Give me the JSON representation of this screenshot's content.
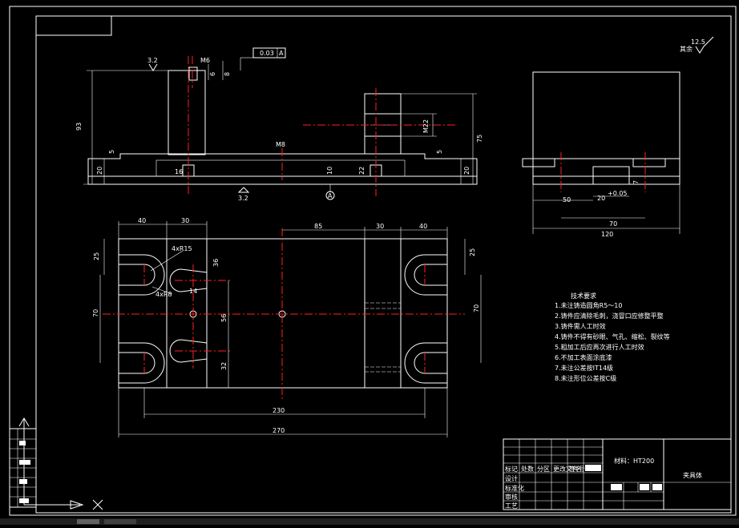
{
  "colors": {
    "background": "#000000",
    "line": "#ffffff",
    "centerline": "#ff2020",
    "hatch": "#ffffff"
  },
  "front_view": {
    "dims": {
      "d93": "93",
      "d20l": "20",
      "d5l": "5",
      "d75": "75",
      "d5r": "5",
      "d20r": "20",
      "d6": "6",
      "d8": "8",
      "m22": "M22",
      "m8": "M8",
      "m6": "M6",
      "d10": "10",
      "d22": "22",
      "d16": "16"
    },
    "roughness_top": "3.2",
    "roughness_bottom": "3.2",
    "flatness_value": "0.03",
    "flatness_datum": "A",
    "datum_label": "A"
  },
  "side_view": {
    "dims": {
      "d120": "120",
      "d70": "70",
      "d50": "50",
      "d20": "20",
      "tol": "+0.05",
      "d7": "7"
    },
    "roughness_note": "12.5",
    "roughness_suffix": "其余"
  },
  "top_view": {
    "dims": {
      "d40a": "40",
      "d30a": "30",
      "d85": "85",
      "d30b": "30",
      "d40b": "40",
      "d25l": "25",
      "d25r": "25",
      "d70l": "70",
      "d70r": "70",
      "d56": "56",
      "d32": "32",
      "d14": "14",
      "d36": "36",
      "d230": "230",
      "d270": "270"
    },
    "hole_note_1": "4xR15",
    "hole_note_2": "4xR8"
  },
  "tech_requirements": {
    "title": "技术要求",
    "items": [
      "1.未注铸造圆角R5～10",
      "2.铸件应清除毛刺，浇冒口应修整平整",
      "3.铸件需人工时效",
      "4.铸件不得有砂眼、气孔、缩松、裂纹等",
      "5.粗加工后应再次进行人工时效",
      "6.不加工表面涂底漆",
      "7.未注公差按IT14级",
      "8.未注形位公差按C级"
    ]
  },
  "title_block": {
    "material": "材料：HT200",
    "part_name": "夹具体",
    "row_labels": [
      "设计",
      "标准化",
      "审核",
      "工艺"
    ],
    "header_cells": [
      "标记",
      "处数",
      "分区",
      "更改文件号",
      "签名"
    ]
  }
}
